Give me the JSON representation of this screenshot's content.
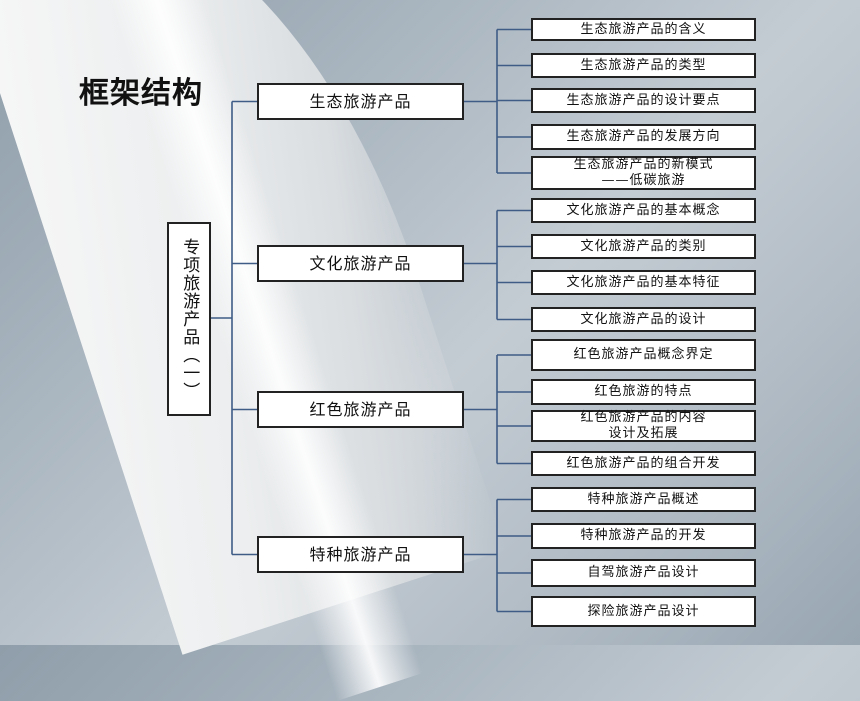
{
  "title": "框架结构",
  "root": "专项旅游产品（一）",
  "groups": [
    {
      "label": "生态旅游产品",
      "items": [
        [
          "生态旅游产品的含义"
        ],
        [
          "生态旅游产品的类型"
        ],
        [
          "生态旅游产品的设计要点"
        ],
        [
          "生态旅游产品的发展方向"
        ],
        [
          "生态旅游产品的新模式",
          "——低碳旅游"
        ]
      ]
    },
    {
      "label": "文化旅游产品",
      "items": [
        [
          "文化旅游产品的基本概念"
        ],
        [
          "文化旅游产品的类别"
        ],
        [
          "文化旅游产品的基本特征"
        ],
        [
          "文化旅游产品的设计"
        ]
      ]
    },
    {
      "label": "红色旅游产品",
      "items": [
        [
          "红色旅游产品概念界定"
        ],
        [
          "红色旅游的特点"
        ],
        [
          "红色旅游产品的内容",
          "设计及拓展"
        ],
        [
          "红色旅游产品的组合开发"
        ]
      ]
    },
    {
      "label": "特种旅游产品",
      "items": [
        [
          "特种旅游产品概述"
        ],
        [
          "特种旅游产品的开发"
        ],
        [
          "自驾旅游产品设计"
        ],
        [
          "探险旅游产品设计"
        ]
      ]
    }
  ],
  "colors": {
    "connector": "#3e5c86",
    "box_border": "#222222"
  }
}
